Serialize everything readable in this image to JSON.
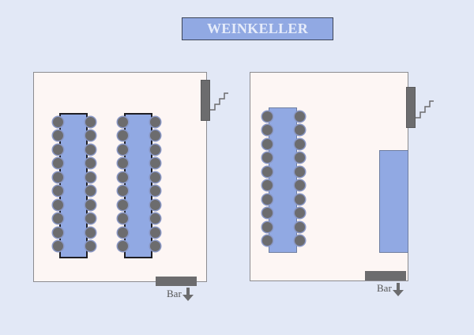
{
  "title": "WEINKELLER",
  "colors": {
    "background": "#e2e8f6",
    "room_fill": "#fdf6f4",
    "table_fill": "#91a9e3",
    "chair_fill": "#6c6c6e",
    "door_fill": "#6c6c6e"
  },
  "rooms": [
    {
      "name": "left-room",
      "tables": [
        {
          "chairs_per_side": 10
        },
        {
          "chairs_per_side": 10
        }
      ],
      "bar_label": "Bar",
      "icons": [
        "stairs-icon",
        "arrow-down-icon"
      ]
    },
    {
      "name": "right-room",
      "tables": [
        {
          "chairs_per_side": 10
        }
      ],
      "counter": true,
      "bar_label": "Bar",
      "icons": [
        "stairs-icon",
        "arrow-down-icon"
      ]
    }
  ]
}
